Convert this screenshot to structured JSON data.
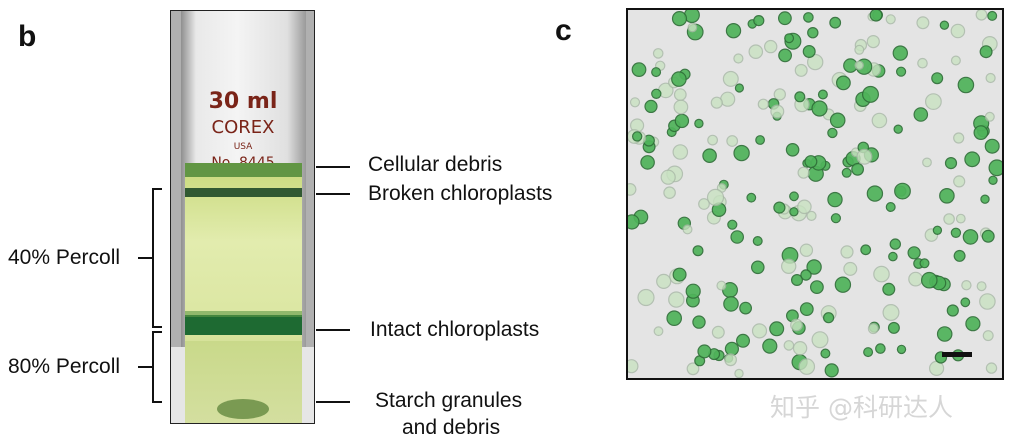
{
  "panel_b": {
    "letter": "b",
    "tube_text": {
      "volume": "30 ml",
      "brand": "COREX",
      "country": "USA",
      "model": "No. 8445"
    },
    "band_labels": [
      "Cellular debris",
      "Broken chloroplasts",
      "Intact chloroplasts",
      "Starch granules",
      "and debris"
    ],
    "layer_labels": [
      "40% Percoll",
      "80% Percoll"
    ]
  },
  "panel_c": {
    "letter": "c"
  },
  "watermark": "知乎 @科研达人",
  "colors": {
    "text": "#111111",
    "gradient_light": "#dce8a0",
    "band_dark": "#1f5a2c",
    "chloroplast_green": "#3faa4a"
  }
}
